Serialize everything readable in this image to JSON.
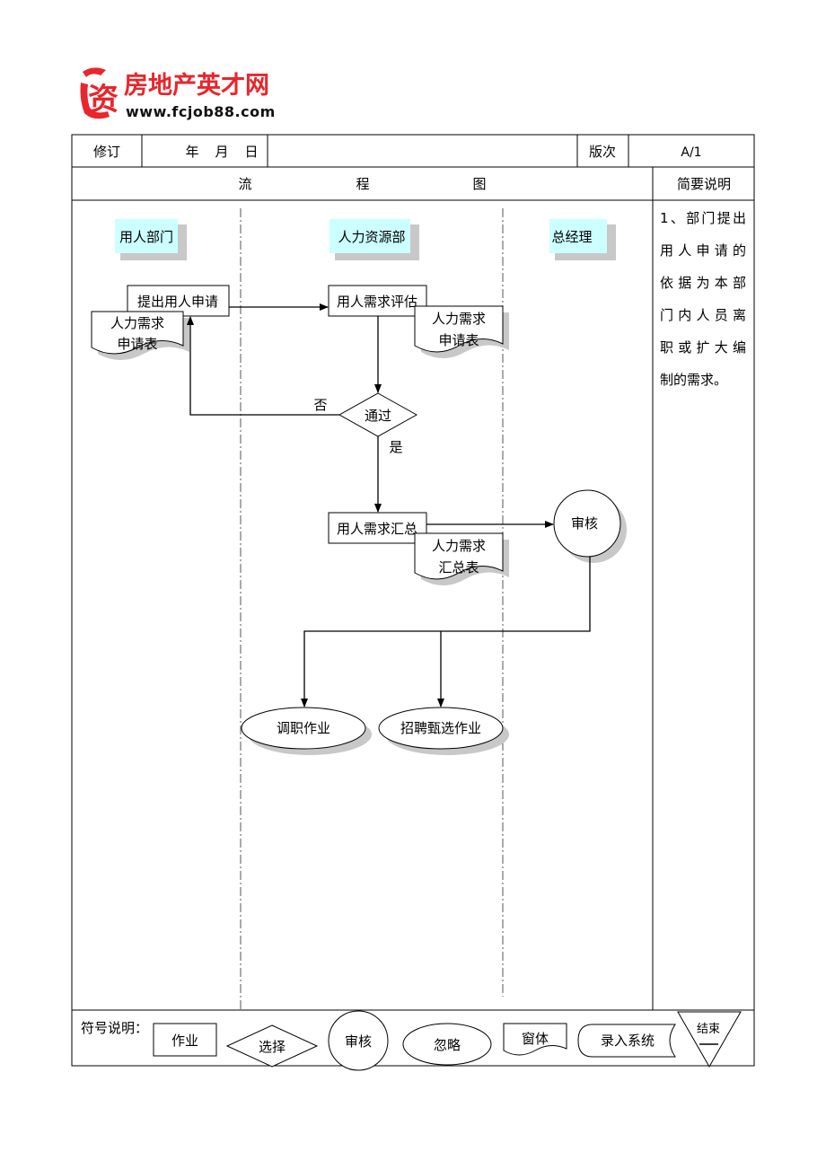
{
  "logo": {
    "mark_char": "资",
    "brand_name": "房地产英才网",
    "url": "www.fcjob88.com",
    "color_red": "#e8262c",
    "color_dark": "#111111"
  },
  "header": {
    "revise_label": "修订",
    "year_label": "年",
    "month_label": "月",
    "day_label": "日",
    "version_label": "版次",
    "version_value": "A/1"
  },
  "title_row": {
    "flow_chars": [
      "流",
      "程",
      "图"
    ],
    "notes_header": "简要说明"
  },
  "lanes": {
    "dept": "用人部门",
    "hr": "人力资源部",
    "gm": "总经理"
  },
  "flow": {
    "submit_request": "提出用人申请",
    "request_form_line1": "人力需求",
    "request_form_line2": "申请表",
    "evaluate": "用人需求评估",
    "hr_form_line1": "人力需求",
    "hr_form_line2": "申请表",
    "decision": "通过",
    "no_label": "否",
    "yes_label": "是",
    "summary": "用人需求汇总",
    "summary_form_line1": "人力需求",
    "summary_form_line2": "汇总表",
    "approve": "审核",
    "transfer": "调职作业",
    "recruit": "招聘甄选作业"
  },
  "notes": {
    "lines": [
      "1、部门提出",
      "用人申请的",
      "依据为本部",
      "门内人员离",
      "职或扩大编",
      "制的需求。"
    ]
  },
  "legend": {
    "title": "符号说明：",
    "operation": "作业",
    "choice": "选择",
    "review": "审核",
    "ignore": "忽略",
    "form": "窗体",
    "system": "录入系统",
    "end": "结束"
  },
  "colors": {
    "lane_label_bg": "#ccffff",
    "shadow": "#c8c8c8",
    "line": "#000000"
  }
}
